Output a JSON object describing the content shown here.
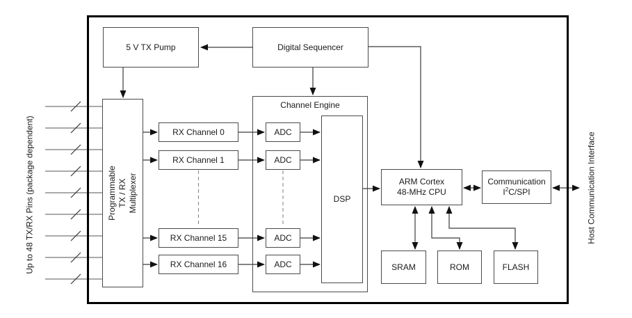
{
  "diagram": {
    "side_labels": {
      "left": "Up to 48 TX/RX Pins (package dependent)",
      "right": "Host Communication Interface"
    },
    "nodes": {
      "tx_pump": {
        "label": "5 V TX Pump"
      },
      "digital_sequencer": {
        "label": "Digital Sequencer"
      },
      "multiplexer": {
        "label": "Programmable\nTX / RX Multiplexer"
      },
      "channel_engine": {
        "label": "Channel Engine"
      },
      "rx_channels": [
        "RX Channel 0",
        "RX Channel 1",
        "RX Channel 15",
        "RX Channel 16"
      ],
      "adc": {
        "label": "ADC"
      },
      "dsp": {
        "label": "DSP"
      },
      "cpu": {
        "label": "ARM Cortex\n48-MHz CPU"
      },
      "comm": {
        "line1": "Communication",
        "base": "I",
        "sup": "2",
        "rest": "C/SPI"
      },
      "sram": {
        "label": "SRAM"
      },
      "rom": {
        "label": "ROM"
      },
      "flash": {
        "label": "FLASH"
      }
    },
    "colors": {
      "frame": "#000000",
      "box_border": "#4a4a4a",
      "connector": "#3a3a3a",
      "pin_line": "#777777",
      "dashed_line": "#888888",
      "text": "#1a1a1a",
      "background": "#ffffff"
    }
  }
}
